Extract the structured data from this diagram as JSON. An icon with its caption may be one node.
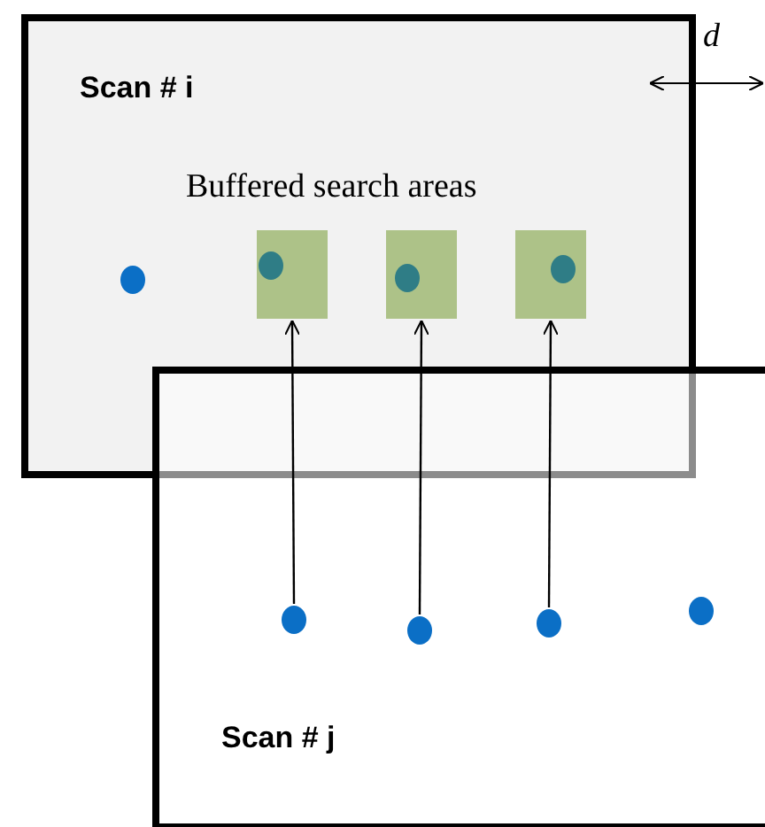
{
  "diagram": {
    "nodes": [
      {
        "text": [
          "Scan # i"
        ]
      },
      {
        "text": [],
        "shape": "circle",
        "in": 0
      },
      {
        "text": [],
        "shape": "box",
        "in": 0
      },
      {
        "text": [],
        "shape": "circle",
        "in": 2
      },
      {
        "text": [],
        "shape": "box",
        "in": 0
      },
      {
        "text": [],
        "shape": "circle",
        "in": 4
      },
      {
        "text": [],
        "shape": "box",
        "in": 0
      },
      {
        "text": [],
        "shape": "circle",
        "in": 6
      },
      {
        "text": [
          "Scan # j"
        ]
      },
      {
        "text": [],
        "shape": "circle",
        "in": 8
      },
      {
        "text": [],
        "shape": "circle",
        "in": 8
      },
      {
        "text": [],
        "shape": "circle",
        "in": 8
      },
      {
        "text": [],
        "shape": "circle",
        "in": 8
      }
    ],
    "edges": [
      {
        "from": 9,
        "to": 2,
        "arrow": "to"
      },
      {
        "from": 10,
        "to": 4,
        "arrow": "to"
      },
      {
        "from": 11,
        "to": 6,
        "arrow": "to"
      }
    ],
    "labels": [
      "d",
      "Buffered search areas"
    ]
  }
}
